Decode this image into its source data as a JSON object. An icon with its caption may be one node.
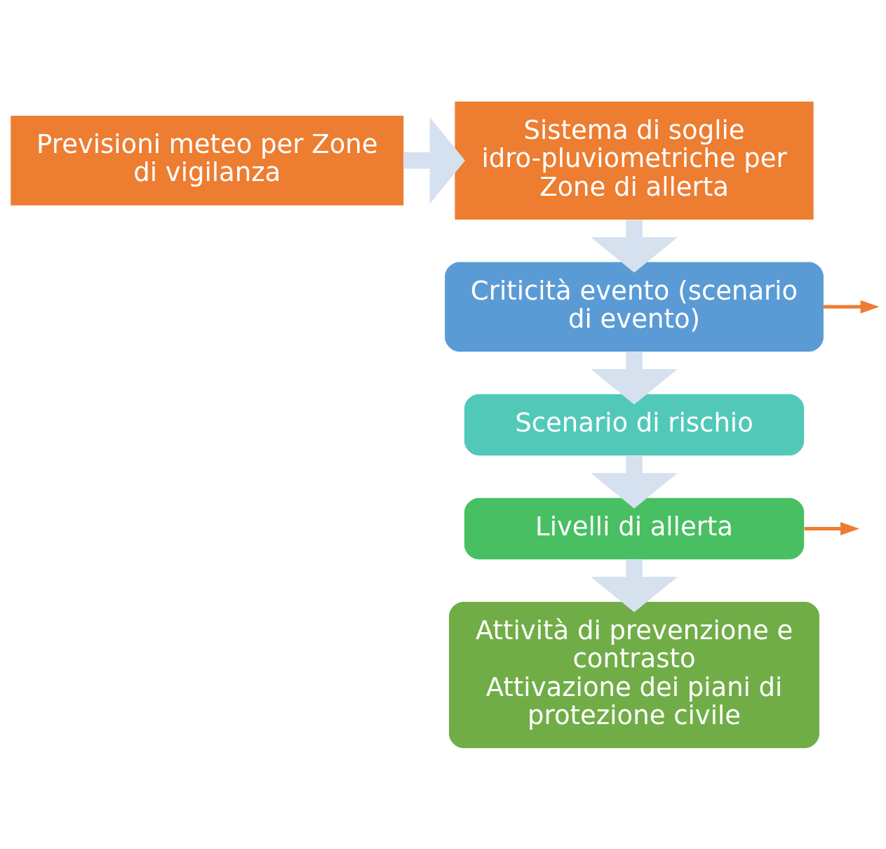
{
  "diagram": {
    "nodes": [
      {
        "text": [
          "Previsioni meteo per Zone di vigilanza"
        ]
      },
      {
        "text": [
          "Sistema di soglie idro-pluviometriche per Zone di allerta"
        ]
      },
      {
        "text": [
          "Criticità evento (scenario di evento)"
        ]
      },
      {
        "text": [
          "Scenario di rischio"
        ]
      },
      {
        "text": [
          "Livelli di allerta"
        ]
      },
      {
        "text": [
          "Attività di prevenzione e contrasto",
          "Attivazione dei piani di protezione civile"
        ]
      }
    ],
    "edges": [
      {
        "from": 0,
        "to": 1,
        "arrow": "to"
      },
      {
        "from": 1,
        "to": 2,
        "arrow": "to"
      },
      {
        "from": 2,
        "to": 3,
        "arrow": "to"
      },
      {
        "from": 3,
        "to": 4,
        "arrow": "to"
      },
      {
        "from": 4,
        "to": 5,
        "arrow": "to"
      },
      {
        "from": 2,
        "to": null,
        "arrow": "to",
        "color": "#ed7d31"
      },
      {
        "from": 4,
        "to": null,
        "arrow": "to",
        "color": "#ed7d31"
      }
    ]
  }
}
